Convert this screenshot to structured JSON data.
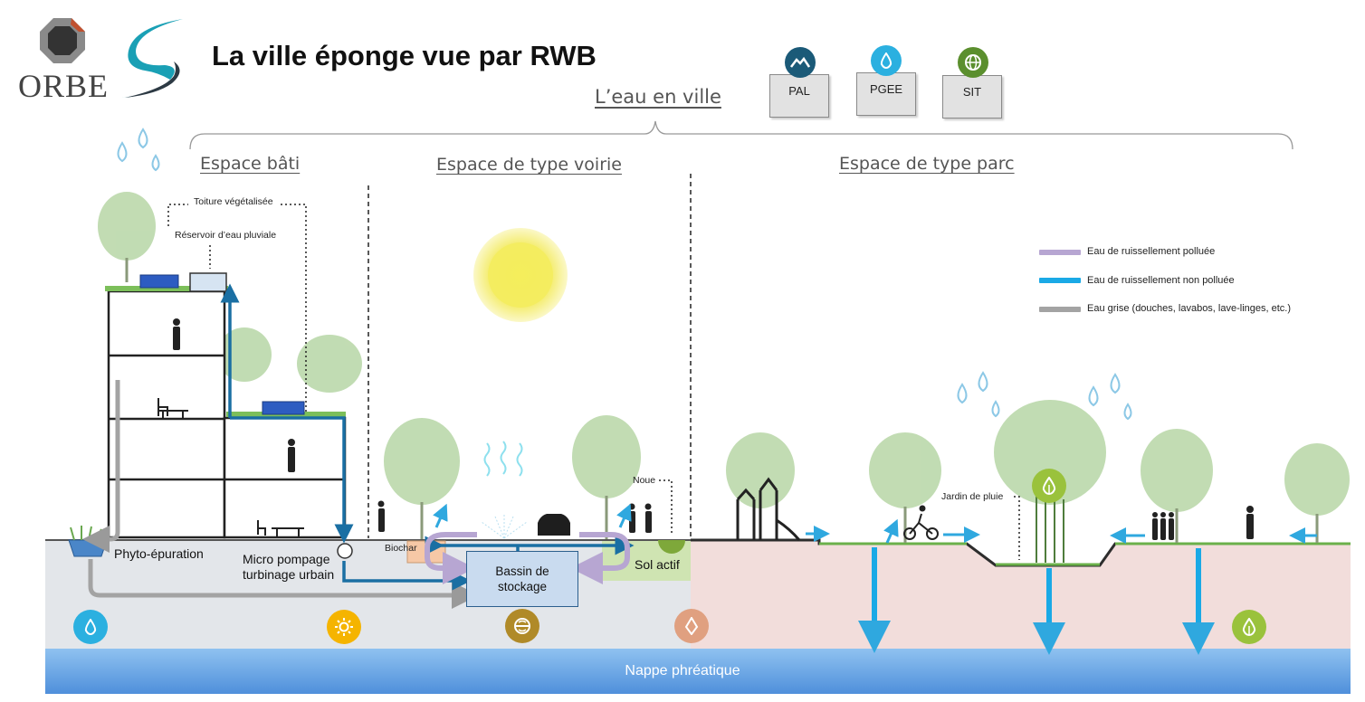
{
  "header": {
    "logo_text": "ORBE",
    "title": "La ville éponge vue par RWB",
    "subtitle": "L’eau en ville"
  },
  "documents": [
    {
      "label": "PAL",
      "icon": "hill-icon",
      "color": "#1b5a78"
    },
    {
      "label": "PGEE",
      "icon": "drop-icon",
      "color": "#2bb0e0"
    },
    {
      "label": "SIT",
      "icon": "globe-icon",
      "color": "#5b8f2e"
    }
  ],
  "zones": {
    "bati": "Espace bâti",
    "voirie": "Espace de type voirie",
    "parc": "Espace de type parc"
  },
  "building": {
    "toiture": "Toiture végétalisée",
    "reservoir": "Réservoir d’eau pluviale",
    "phyto": "Phyto-épuration",
    "pompage_line1": "Micro pompage",
    "pompage_line2": "turbinage urbain"
  },
  "road": {
    "biochar": "Biochar",
    "bassin_line1": "Bassin de",
    "bassin_line2": "stockage",
    "noue": "Noue",
    "sol_actif": "Sol actif"
  },
  "park": {
    "jardin": "Jardin de pluie"
  },
  "legend": [
    {
      "label": "Eau de ruissellement polluée",
      "color": "#b7a6d2"
    },
    {
      "label": "Eau de ruissellement non polluée",
      "color": "#1aa9e6"
    },
    {
      "label": "Eau grise (douches, lavabos, lave-linges, etc.)",
      "color": "#a3a3a3"
    }
  ],
  "ground_icons": [
    {
      "icon": "water-drop-icon",
      "color": "#2bb0e0"
    },
    {
      "icon": "sun-energy-icon",
      "color": "#f5b400"
    },
    {
      "icon": "filter-icon",
      "color": "#b08a28"
    },
    {
      "icon": "soil-drop-icon",
      "color": "#e0a080"
    },
    {
      "icon": "leaf-drop-icon",
      "color": "#9ac23c"
    }
  ],
  "nappe": "Nappe phréatique"
}
